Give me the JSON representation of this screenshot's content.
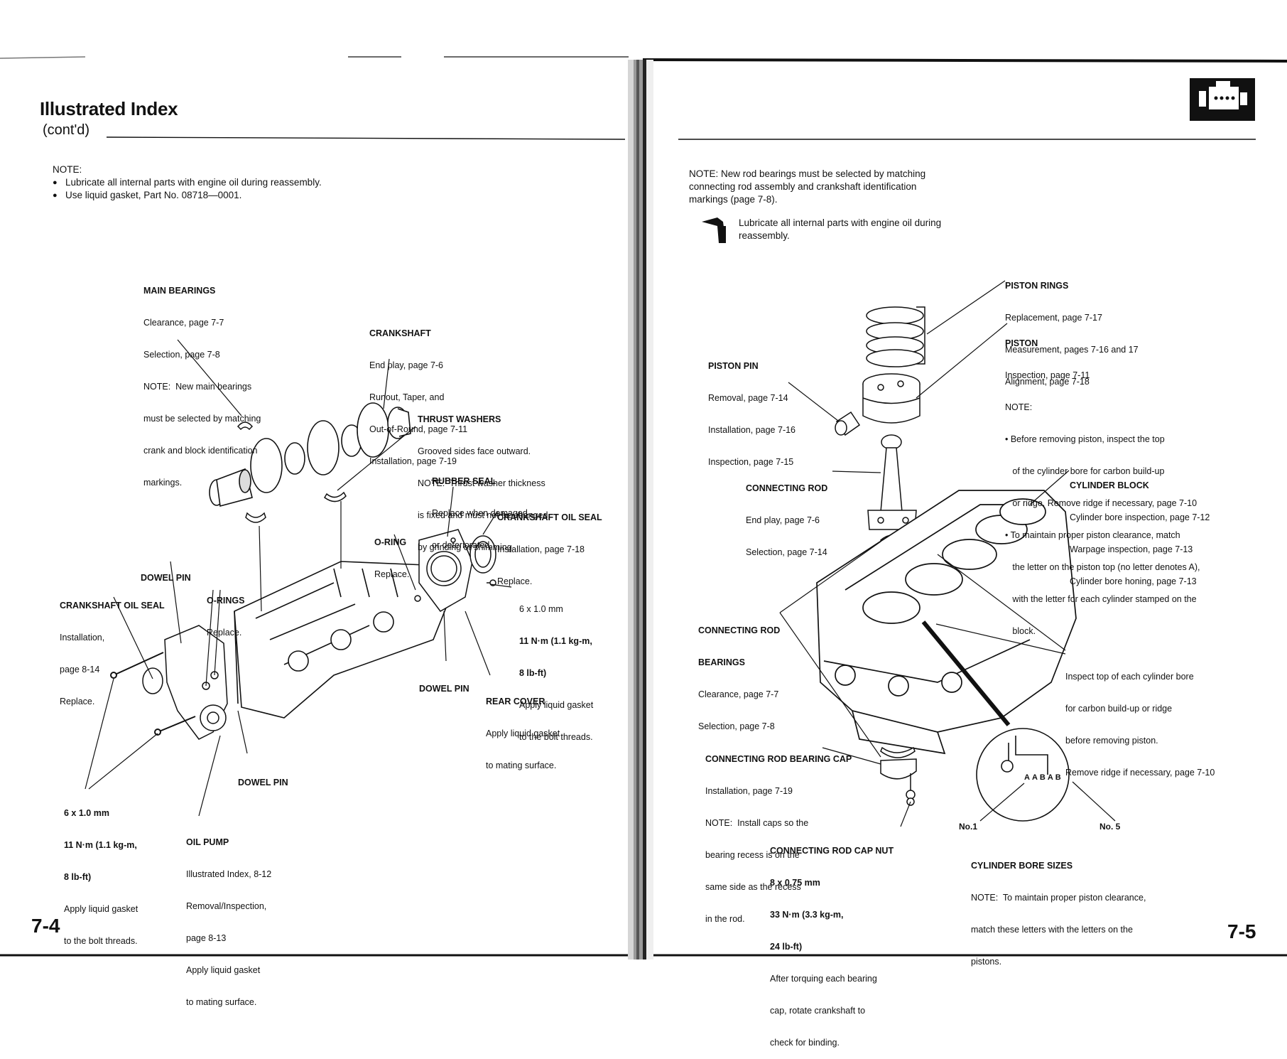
{
  "left_page": {
    "title": "Illustrated Index",
    "subtitle": "(cont'd)",
    "note_heading": "NOTE:",
    "notes": [
      "Lubricate all internal parts with engine oil during reassembly.",
      "Use liquid gasket, Part No. 08718—0001."
    ],
    "labels": {
      "main_bearings": {
        "heading": "MAIN BEARINGS",
        "lines": [
          "Clearance, page 7-7",
          "Selection, page 7-8",
          "NOTE:  New main bearings",
          "must be selected by matching",
          "crank and block identification",
          "markings."
        ]
      },
      "crankshaft": {
        "heading": "CRANKSHAFT",
        "lines": [
          "End play, page 7-6",
          "Runout, Taper, and",
          "Out-of-Round, page 7-11",
          "Installation, page 7-19"
        ]
      },
      "thrust_washers": {
        "heading": "THRUST WASHERS",
        "lines": [
          "Grooved sides face outward.",
          "NOTE:  Thrust washer thickness",
          "is fixed and must not be changed",
          "by grinding or shimming."
        ]
      },
      "rubber_seal": {
        "heading": "RUBBER SEAL",
        "lines": [
          "Replace when damaged",
          "or deteriorated."
        ]
      },
      "crankshaft_oil_seal_rear": {
        "heading": "CRANKSHAFT OIL SEAL",
        "lines": [
          "Installation, page 7-18",
          "Replace."
        ]
      },
      "o_ring": {
        "heading": "O-RING",
        "lines": [
          "Replace."
        ]
      },
      "dowel_pin_top": {
        "heading": "DOWEL PIN"
      },
      "crankshaft_oil_seal_front": {
        "heading": "CRANKSHAFT OIL SEAL",
        "lines": [
          "Installation,",
          "page 8-14",
          "Replace."
        ]
      },
      "o_rings": {
        "heading": "O-RINGS",
        "lines": [
          "Replace."
        ]
      },
      "bolt_rear": {
        "lines": [
          "6 x 1.0 mm",
          "11 N·m (1.1 kg-m,",
          "8 lb-ft)",
          "Apply liquid gasket",
          "to the bolt threads."
        ]
      },
      "dowel_pin_mid": {
        "heading": "DOWEL PIN"
      },
      "rear_cover": {
        "heading": "REAR COVER",
        "lines": [
          "Apply liquid gasket",
          "to mating surface."
        ]
      },
      "dowel_pin_bottom": {
        "heading": "DOWEL PIN"
      },
      "bolt_front": {
        "lines": [
          "6 x 1.0 mm",
          "11 N·m (1.1 kg-m,",
          "8 lb-ft)",
          "Apply liquid gasket",
          "to the bolt threads."
        ]
      },
      "oil_pump": {
        "heading": "OIL PUMP",
        "lines": [
          "Illustrated Index, 8-12",
          "Removal/Inspection,",
          "page 8-13",
          "Apply liquid gasket",
          "to mating surface."
        ]
      }
    },
    "page_number": "7-4"
  },
  "right_page": {
    "note": "NOTE:  New rod bearings must be selected by matching connecting rod assembly and crankshaft identification markings (page 7-8).",
    "tip": "Lubricate all internal parts with engine oil during reassembly.",
    "labels": {
      "piston_rings": {
        "heading": "PISTON RINGS",
        "lines": [
          "Replacement, page 7-17",
          "Measurement, pages 7-16 and 17",
          "Alignment, page 7-18"
        ]
      },
      "piston": {
        "heading": "PISTON",
        "lines": [
          "Inspection, page 7-11",
          "NOTE:",
          "• Before removing piston, inspect the top",
          "   of the cylinder bore for carbon build-up",
          "   or ridge. Remove ridge if necessary, page 7-10",
          "• To maintain proper piston clearance, match",
          "   the letter on the piston top (no letter denotes A),",
          "   with the letter for each cylinder stamped on the",
          "   block."
        ]
      },
      "piston_pin": {
        "heading": "PISTON PIN",
        "lines": [
          "Removal, page 7-14",
          "Installation, page 7-16",
          "Inspection, page 7-15"
        ]
      },
      "connecting_rod": {
        "heading": "CONNECTING ROD",
        "lines": [
          "End play, page 7-6",
          "Selection, page 7-14"
        ]
      },
      "cylinder_block": {
        "heading": "CYLINDER BLOCK",
        "lines": [
          "Cylinder bore inspection, page 7-12",
          "Warpage inspection, page 7-13",
          "Cylinder bore honing, page 7-13"
        ]
      },
      "connecting_rod_bearings": {
        "heading": "CONNECTING ROD",
        "heading2": "BEARINGS",
        "lines": [
          "Clearance, page 7-7",
          "Selection, page 7-8"
        ]
      },
      "inspect_bore": {
        "lines": [
          "Inspect top of each cylinder bore",
          "for carbon build-up or ridge",
          "before removing piston.",
          "Remove ridge if necessary, page 7-10"
        ]
      },
      "connecting_rod_bearing_cap": {
        "heading": "CONNECTING ROD BEARING CAP",
        "lines": [
          "Installation, page 7-19",
          "NOTE:  Install caps so the",
          "bearing recess is on the",
          "same side as the recess",
          "in the rod."
        ]
      },
      "connecting_rod_cap_nut": {
        "heading": "CONNECTING ROD CAP NUT",
        "lines": [
          "8 x 0.75 mm",
          "33 N·m (3.3 kg-m,",
          "24 lb-ft)",
          "After torquing each bearing",
          "cap, rotate crankshaft to",
          "check for binding."
        ]
      },
      "cylinder_bore_sizes": {
        "heading": "CYLINDER BORE SIZES",
        "lines": [
          "NOTE:  To maintain proper piston clearance,",
          "match these letters with the letters on the",
          "pistons."
        ]
      }
    },
    "bore_letters": "AABAB",
    "no1": "No.1",
    "no5": "No. 5",
    "page_number": "7-5"
  }
}
